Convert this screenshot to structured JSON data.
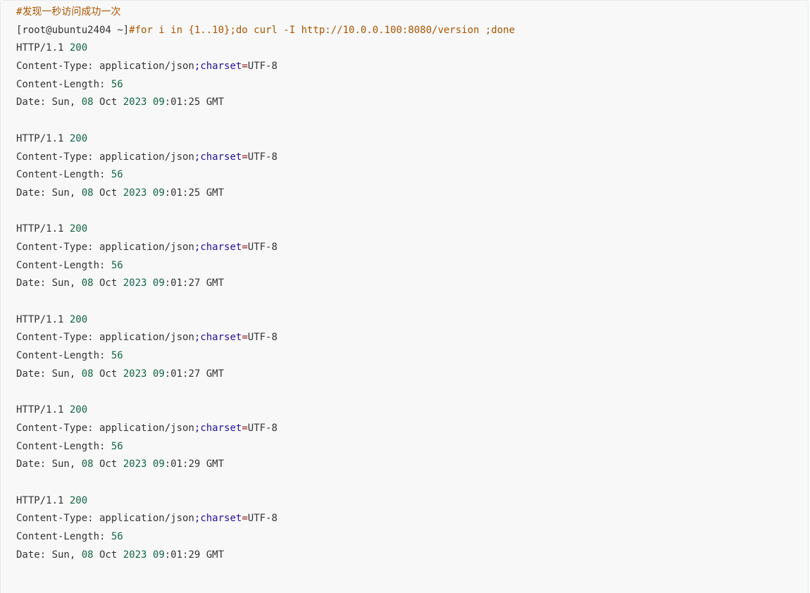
{
  "comment_line": {
    "hash": "#",
    "text": "发现一秒访问成功一次"
  },
  "command_line": {
    "prompt": "[root@ubuntu2404 ~]",
    "command": "#for i in {1..10};do curl -I http://10.0.0.100:8080/version ;done"
  },
  "responses": [
    {
      "status_proto": "HTTP/1.1 ",
      "status_code": "200",
      "ctype_label": "Content-Type: application/json",
      "ctype_semi": ";",
      "ctype_charset": "charset",
      "ctype_eq": "=",
      "ctype_value": "UTF-8",
      "clen_label": "Content-Length: ",
      "clen_value": "56",
      "date_label": "Date: Sun, ",
      "date_day": "08",
      "date_mon": " Oct ",
      "date_year": "2023",
      "date_sp": " ",
      "date_hour": "09",
      "date_rest": ":01:25 GMT"
    },
    {
      "status_proto": "HTTP/1.1 ",
      "status_code": "200",
      "ctype_label": "Content-Type: application/json",
      "ctype_semi": ";",
      "ctype_charset": "charset",
      "ctype_eq": "=",
      "ctype_value": "UTF-8",
      "clen_label": "Content-Length: ",
      "clen_value": "56",
      "date_label": "Date: Sun, ",
      "date_day": "08",
      "date_mon": " Oct ",
      "date_year": "2023",
      "date_sp": " ",
      "date_hour": "09",
      "date_rest": ":01:25 GMT"
    },
    {
      "status_proto": "HTTP/1.1 ",
      "status_code": "200",
      "ctype_label": "Content-Type: application/json",
      "ctype_semi": ";",
      "ctype_charset": "charset",
      "ctype_eq": "=",
      "ctype_value": "UTF-8",
      "clen_label": "Content-Length: ",
      "clen_value": "56",
      "date_label": "Date: Sun, ",
      "date_day": "08",
      "date_mon": " Oct ",
      "date_year": "2023",
      "date_sp": " ",
      "date_hour": "09",
      "date_rest": ":01:27 GMT"
    },
    {
      "status_proto": "HTTP/1.1 ",
      "status_code": "200",
      "ctype_label": "Content-Type: application/json",
      "ctype_semi": ";",
      "ctype_charset": "charset",
      "ctype_eq": "=",
      "ctype_value": "UTF-8",
      "clen_label": "Content-Length: ",
      "clen_value": "56",
      "date_label": "Date: Sun, ",
      "date_day": "08",
      "date_mon": " Oct ",
      "date_year": "2023",
      "date_sp": " ",
      "date_hour": "09",
      "date_rest": ":01:27 GMT"
    },
    {
      "status_proto": "HTTP/1.1 ",
      "status_code": "200",
      "ctype_label": "Content-Type: application/json",
      "ctype_semi": ";",
      "ctype_charset": "charset",
      "ctype_eq": "=",
      "ctype_value": "UTF-8",
      "clen_label": "Content-Length: ",
      "clen_value": "56",
      "date_label": "Date: Sun, ",
      "date_day": "08",
      "date_mon": " Oct ",
      "date_year": "2023",
      "date_sp": " ",
      "date_hour": "09",
      "date_rest": ":01:29 GMT"
    },
    {
      "status_proto": "HTTP/1.1 ",
      "status_code": "200",
      "ctype_label": "Content-Type: application/json",
      "ctype_semi": ";",
      "ctype_charset": "charset",
      "ctype_eq": "=",
      "ctype_value": "UTF-8",
      "clen_label": "Content-Length: ",
      "clen_value": "56",
      "date_label": "Date: Sun, ",
      "date_day": "08",
      "date_mon": " Oct ",
      "date_year": "2023",
      "date_sp": " ",
      "date_hour": "09",
      "date_rest": ":01:29 GMT"
    }
  ],
  "colors": {
    "comment": "#aa5500",
    "number": "#116644",
    "keyword": "#221199",
    "operator": "#981a1a",
    "text": "#333333",
    "background": "#f8f8f8"
  }
}
